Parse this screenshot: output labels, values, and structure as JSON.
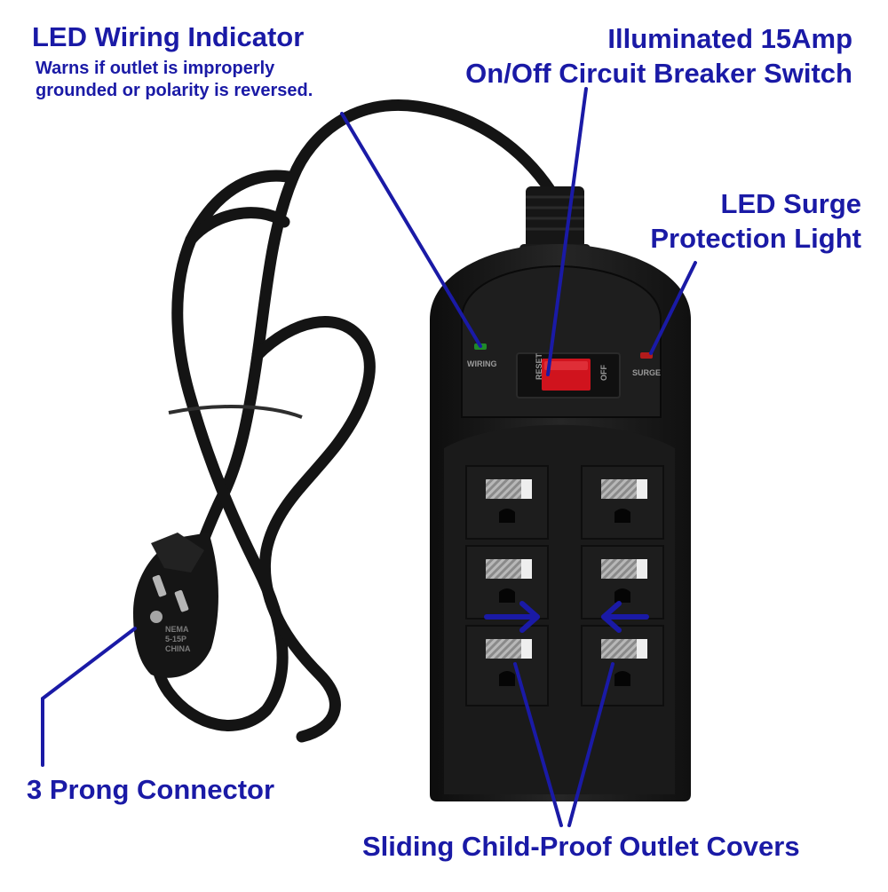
{
  "callouts": {
    "led_wiring": {
      "title": "LED Wiring Indicator",
      "description_line1": "Warns if outlet is improperly",
      "description_line2": "grounded or polarity is reversed."
    },
    "breaker_switch": {
      "line1": "Illuminated 15Amp",
      "line2": "On/Off Circuit Breaker Switch"
    },
    "surge_light": {
      "line1": "LED Surge",
      "line2": "Protection Light"
    },
    "prong_connector": {
      "label": "3 Prong Connector"
    },
    "outlet_covers": {
      "label": "Sliding Child-Proof Outlet Covers"
    }
  },
  "device_labels": {
    "wiring": "WIRING",
    "reset": "RESET",
    "off": "OFF",
    "surge": "SURGE"
  },
  "plug_text": {
    "line1": "NEMA",
    "line2": "5-15P",
    "line3": "CHINA"
  },
  "colors": {
    "annotation_blue": "#1a1aa6",
    "body_black": "#1b1b1b",
    "switch_red": "#d0131d",
    "wiring_led_green": "#1f8a2a",
    "surge_led_red": "#b31b1b"
  },
  "outlets": [
    {
      "id": "outlet-1"
    },
    {
      "id": "outlet-2"
    },
    {
      "id": "outlet-3"
    },
    {
      "id": "outlet-4"
    },
    {
      "id": "outlet-5"
    },
    {
      "id": "outlet-6"
    }
  ]
}
